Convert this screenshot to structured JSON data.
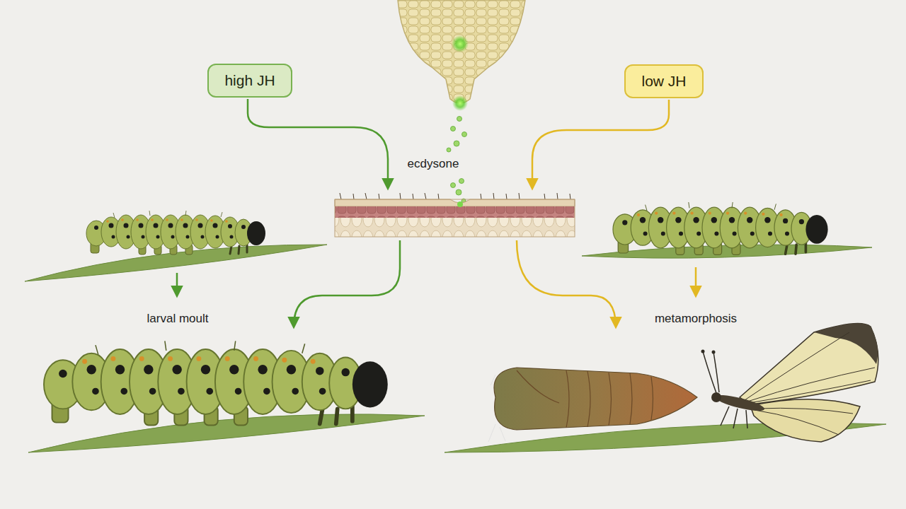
{
  "diagram": {
    "nodes": [
      {
        "text": [
          "high JH"
        ]
      },
      {
        "text": [
          "low JH"
        ]
      }
    ],
    "labels": [
      "ecdysone",
      "larval moult",
      "metamorphosis"
    ]
  }
}
